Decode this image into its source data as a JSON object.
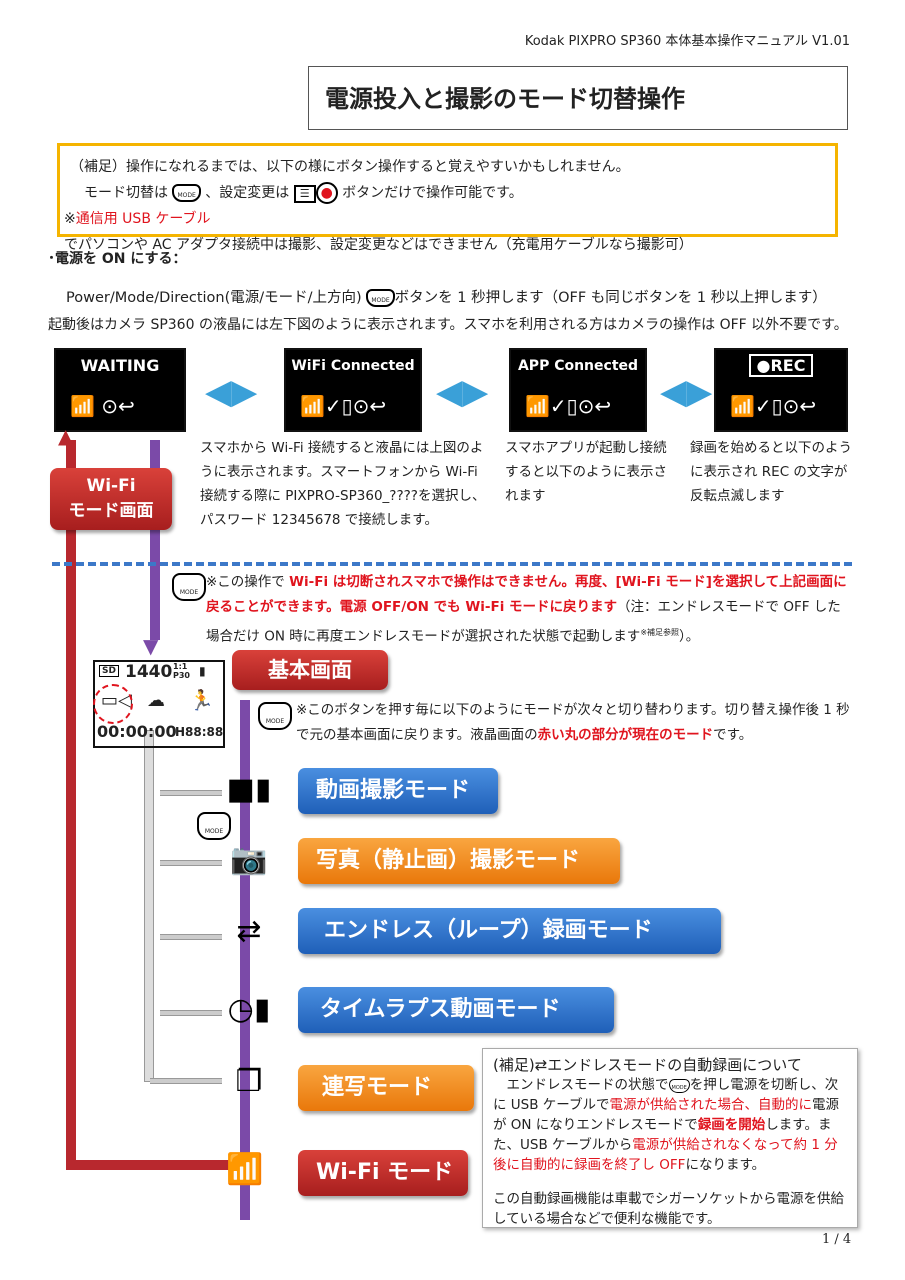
{
  "header": "Kodak PIXPRO SP360  本体基本操作マニュアル V1.01",
  "title": "電源投入と撮影のモード切替操作",
  "tip": {
    "line1": "（補足）操作になれるまでは、以下の様にボタン操作すると覚えやすいかもしれません。",
    "line2a": "モード切替は",
    "line2b": "、設定変更は",
    "line2c": "ボタンだけで操作可能です。",
    "line3a": "※",
    "line3red": "通信用 USB ケーブル",
    "line3b": "でパソコンや AC アダプタ接続中は撮影、設定変更などはできません（充電用ケーブルなら撮影可）"
  },
  "section": "･電源を ON にする：",
  "para1a": "Power/Mode/Direction(電源/モード/上方向)",
  "para1b": "ボタンを 1 秒押します（OFF も同じボタンを 1 秒以上押します）",
  "para2": "起動後はカメラ SP360 の液晶には左下図のように表示されます。スマホを利用される方はカメラの操作は OFF 以外不要です。",
  "mode_label": "MODE",
  "screens": [
    {
      "label": "WAITING"
    },
    {
      "label": "WiFi Connected"
    },
    {
      "label": "APP Connected"
    },
    {
      "label": "●REC"
    }
  ],
  "captions": [
    "スマホから Wi-Fi 接続すると液晶には上図のように表示されます。スマートフォンから Wi-Fi 接続する際に PIXPRO-SP360_????を選択し、パスワード 12345678 で接続します。",
    "スマホアプリが起動し接続すると以下のように表示されます",
    "録画を始めると以下のように表示され REC の文字が反転点滅します"
  ],
  "wifi_callout": [
    "Wi-Fi",
    "モード画面"
  ],
  "note1": {
    "a": "※この操作で ",
    "red": "Wi-Fi は切断されスマホで操作はできません。再度、[Wi-Fi モード]を選択して上記画面に戻ることができます。電源 OFF/ON でも Wi-Fi モードに戻ります",
    "b": "（注：エンドレスモードで OFF した場合だけ ON 時に再度エンドレスモードが選択された状態で起動します",
    "sup": "※補足参照",
    "c": "）。"
  },
  "basic_lcd": {
    "res": "1440",
    "ratio": "1:1",
    "fps": "P30",
    "sd": "SD",
    "time": "00:00:00",
    "remain": "H88:88"
  },
  "basic_callout": "基本画面",
  "note2": {
    "a": "※このボタンを押す毎に以下のようにモードが次々と切り替わります。切り替え操作後 1 秒で元の基本画面に戻ります。液晶画面の",
    "red": "赤い丸の部分が現在のモード",
    "b": "です。"
  },
  "modes": [
    {
      "label": "動画撮影モード",
      "color": "blue",
      "icon": "video-camera-icon"
    },
    {
      "label": "写真（静止画）撮影モード",
      "color": "orange",
      "icon": "photo-camera-icon"
    },
    {
      "label": "エンドレス（ループ）録画モード",
      "color": "blue",
      "icon": "loop-icon"
    },
    {
      "label": "タイムラプス動画モード",
      "color": "blue",
      "icon": "timelapse-icon"
    },
    {
      "label": "連写モード",
      "color": "orange",
      "icon": "burst-icon"
    },
    {
      "label": "Wi-Fi モード",
      "color": "red",
      "icon": "wifi-icon"
    }
  ],
  "note3": {
    "title": "(補足)⇄エンドレスモードの自動録画について",
    "l1a": "　エンドレスモードの状態で",
    "l1b": "を押し電源を切断し、次に USB ケーブルで",
    "r1": "電源が供給された場合、自動的に",
    "l2": "電源が ON になりエンドレスモードで",
    "r2": "録画を開始",
    "l3": "します。また、USB ケーブルから",
    "r3": "電源が供給されなくなって約 1 分後に自動的に録画を終了し OFF",
    "l4": "になります。",
    "p2": "この自動録画機能は車載でシガーソケットから電源を供給している場合などで便利な機能です。"
  },
  "page": "1 / 4"
}
